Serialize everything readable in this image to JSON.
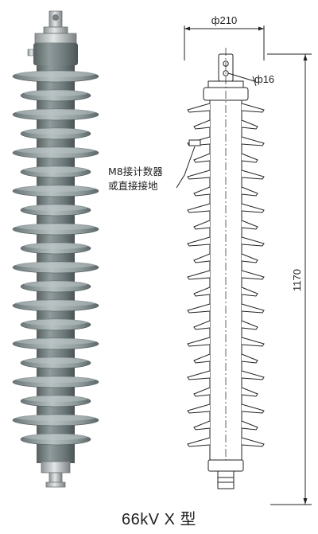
{
  "diagram": {
    "dimensions": {
      "top_diameter": "ф210",
      "terminal_diameter": "ф16",
      "height": "1170"
    },
    "note_lines": [
      "M8接计数器",
      "或直接接地"
    ],
    "caption": "66kV X 型",
    "colors": {
      "housing": "#8e9a9c",
      "housing_dark": "#5e6a6c",
      "housing_light": "#c3cccd",
      "metal": "#b9bec0",
      "line": "#222222"
    }
  }
}
